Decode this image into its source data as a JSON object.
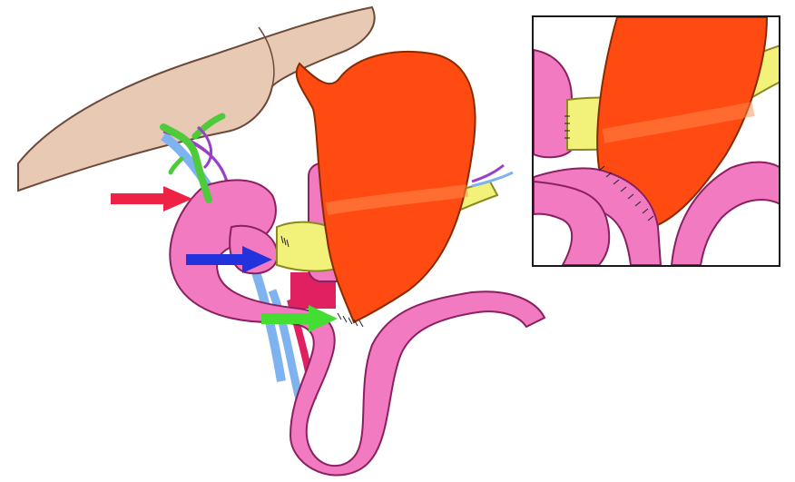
{
  "figure": {
    "description_free": true,
    "colors": {
      "liver": "#e7c9b4",
      "liver_outline": "#6b4a3a",
      "stomach": "#ff4a12",
      "stomach_highlight": "#ff8a4a",
      "intestine": "#f27ac0",
      "intestine_dark": "#c9448f",
      "pancreas": "#f2f27a",
      "bile_duct": "#4ecb3a",
      "artery": "#e02060",
      "vein": "#7fb2f0",
      "vessel_purple": "#9a40c8",
      "inset_border": "#1a1a1a",
      "arrow_red": "#ee2244",
      "arrow_blue": "#2233dd",
      "arrow_green": "#44dd33"
    },
    "arrows": [
      {
        "name": "red-arrow",
        "color_key": "arrow_red"
      },
      {
        "name": "blue-arrow",
        "color_key": "arrow_blue"
      },
      {
        "name": "green-arrow",
        "color_key": "arrow_green"
      }
    ]
  }
}
